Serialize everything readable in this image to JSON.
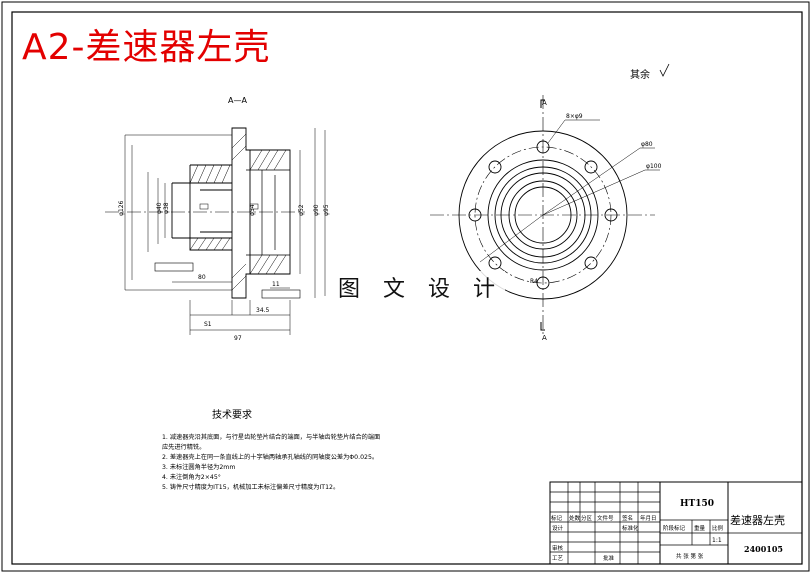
{
  "title": "A2-差速器左壳",
  "watermark": "图 文 设 计",
  "roughness_note": "其余",
  "section_label_main": "A—A",
  "section_marker": "A",
  "dimensions": {
    "left_view": [
      "S1",
      "34.5",
      "97",
      "80",
      "11",
      "φ38",
      "φ40",
      "φ54",
      "φ52",
      "φ90",
      "φ95",
      "φ126"
    ],
    "right_view": [
      "8×φ9",
      "φ80",
      "φ100",
      "R4"
    ]
  },
  "tech_requirements": {
    "heading": "技术要求",
    "items": [
      "1.  减速器壳沿其底面，与行星齿轮垫片结合的端面，与半轴齿轮垫片结合的端面",
      "     应先进行精铣。",
      "2.  差速器壳上在同一条直线上的十字轴两轴承孔轴线的同轴度公差为Φ0.025。",
      "3.  未标注圆角半径为2mm",
      "4.  未注倒角为2×45°",
      "5.  铸件尺寸精度为IT15，机械加工未标注偏差尺寸精度为IT12。"
    ]
  },
  "title_block": {
    "material": "HT150",
    "part_name": "差速器左壳",
    "drawing_no": "2400105",
    "scale": "1:1",
    "sheets": "共 张 第 张",
    "labels": {
      "mark": "标记",
      "count": "处数",
      "zone": "分区",
      "doc_no": "文件号",
      "sign": "签名",
      "date": "年月日",
      "design": "设计",
      "standard": "标准化",
      "stage": "阶段标记",
      "weight": "重量",
      "ratio": "比例",
      "review": "审核",
      "process": "工艺",
      "approve": "批准"
    }
  }
}
